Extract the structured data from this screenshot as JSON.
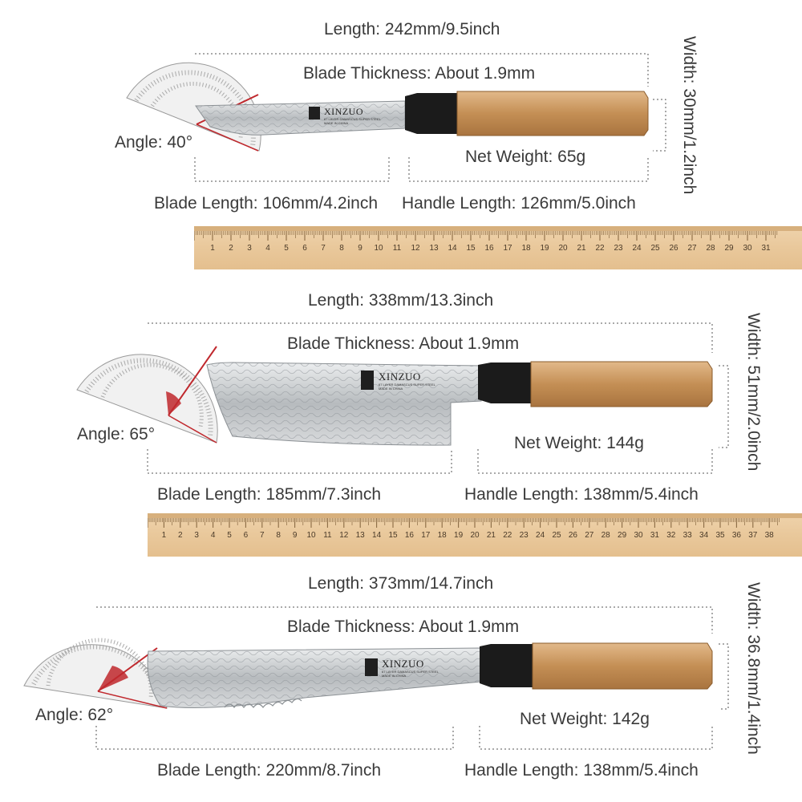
{
  "knives": [
    {
      "length": "Length: 242mm/9.5inch",
      "thickness": "Blade Thickness: About 1.9mm",
      "width": "Width: 30mm/1.2inch",
      "angle": "Angle: 40°",
      "weight": "Net Weight:  65g",
      "blade_length": "Blade Length: 106mm/4.2inch",
      "handle_length": "Handle Length: 126mm/5.0inch",
      "brand": "XINZUO",
      "brand_sub": [
        "67 LAYER DAMASCUS SUPER STEEL",
        "MADE IN CHINA"
      ]
    },
    {
      "length": "Length: 338mm/13.3inch",
      "thickness": "Blade Thickness: About 1.9mm",
      "width": "Width: 51mm/2.0inch",
      "angle": "Angle: 65°",
      "weight": "Net Weight:  144g",
      "blade_length": "Blade Length: 185mm/7.3inch",
      "handle_length": "Handle Length: 138mm/5.4inch",
      "brand": "XINZUO",
      "brand_sub": [
        "67 LAYER DAMASCUS SUPER STEEL",
        "MADE IN CHINA"
      ]
    },
    {
      "length": "Length: 373mm/14.7inch",
      "thickness": "Blade Thickness: About 1.9mm",
      "width": "Width: 36.8mm/1.4inch",
      "angle": "Angle: 62°",
      "weight": "Net Weight:  142g",
      "blade_length": "Blade Length: 220mm/8.7inch",
      "handle_length": "Handle Length: 138mm/5.4inch",
      "brand": "XINZUO",
      "brand_sub": [
        "67 LAYER DAMASCUS SUPER STEEL",
        "MADE IN CHINA"
      ]
    }
  ],
  "rulers": [
    {
      "max": 31
    },
    {
      "max": 38
    }
  ],
  "colors": {
    "text": "#3a3a3a",
    "dash": "#555555",
    "wood": "#c8975e",
    "steel": "#c9ccce",
    "ferrule": "#1b1b1b",
    "protractor_red": "#c0282d",
    "ruler": "#e9c89b"
  }
}
